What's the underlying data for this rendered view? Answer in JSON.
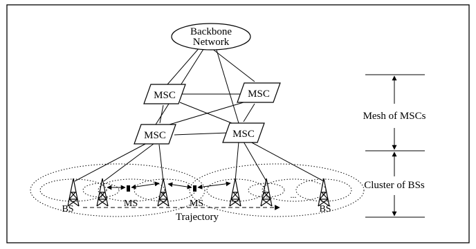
{
  "diagram": {
    "backbone": {
      "line1": "Backbone",
      "line2": "Network"
    },
    "msc_labels": [
      "MSC",
      "MSC",
      "MSC",
      "MSC"
    ],
    "ms_labels": [
      "MS",
      "MS"
    ],
    "bs_labels": [
      "BS",
      "BS"
    ],
    "trajectory_label": "Trajectory",
    "scale": {
      "mesh_label": "Mesh of MSCs",
      "cluster_label": "Cluster of BSs"
    },
    "ellipsis": "...",
    "colors": {
      "line": "#000000",
      "background": "#ffffff"
    }
  }
}
